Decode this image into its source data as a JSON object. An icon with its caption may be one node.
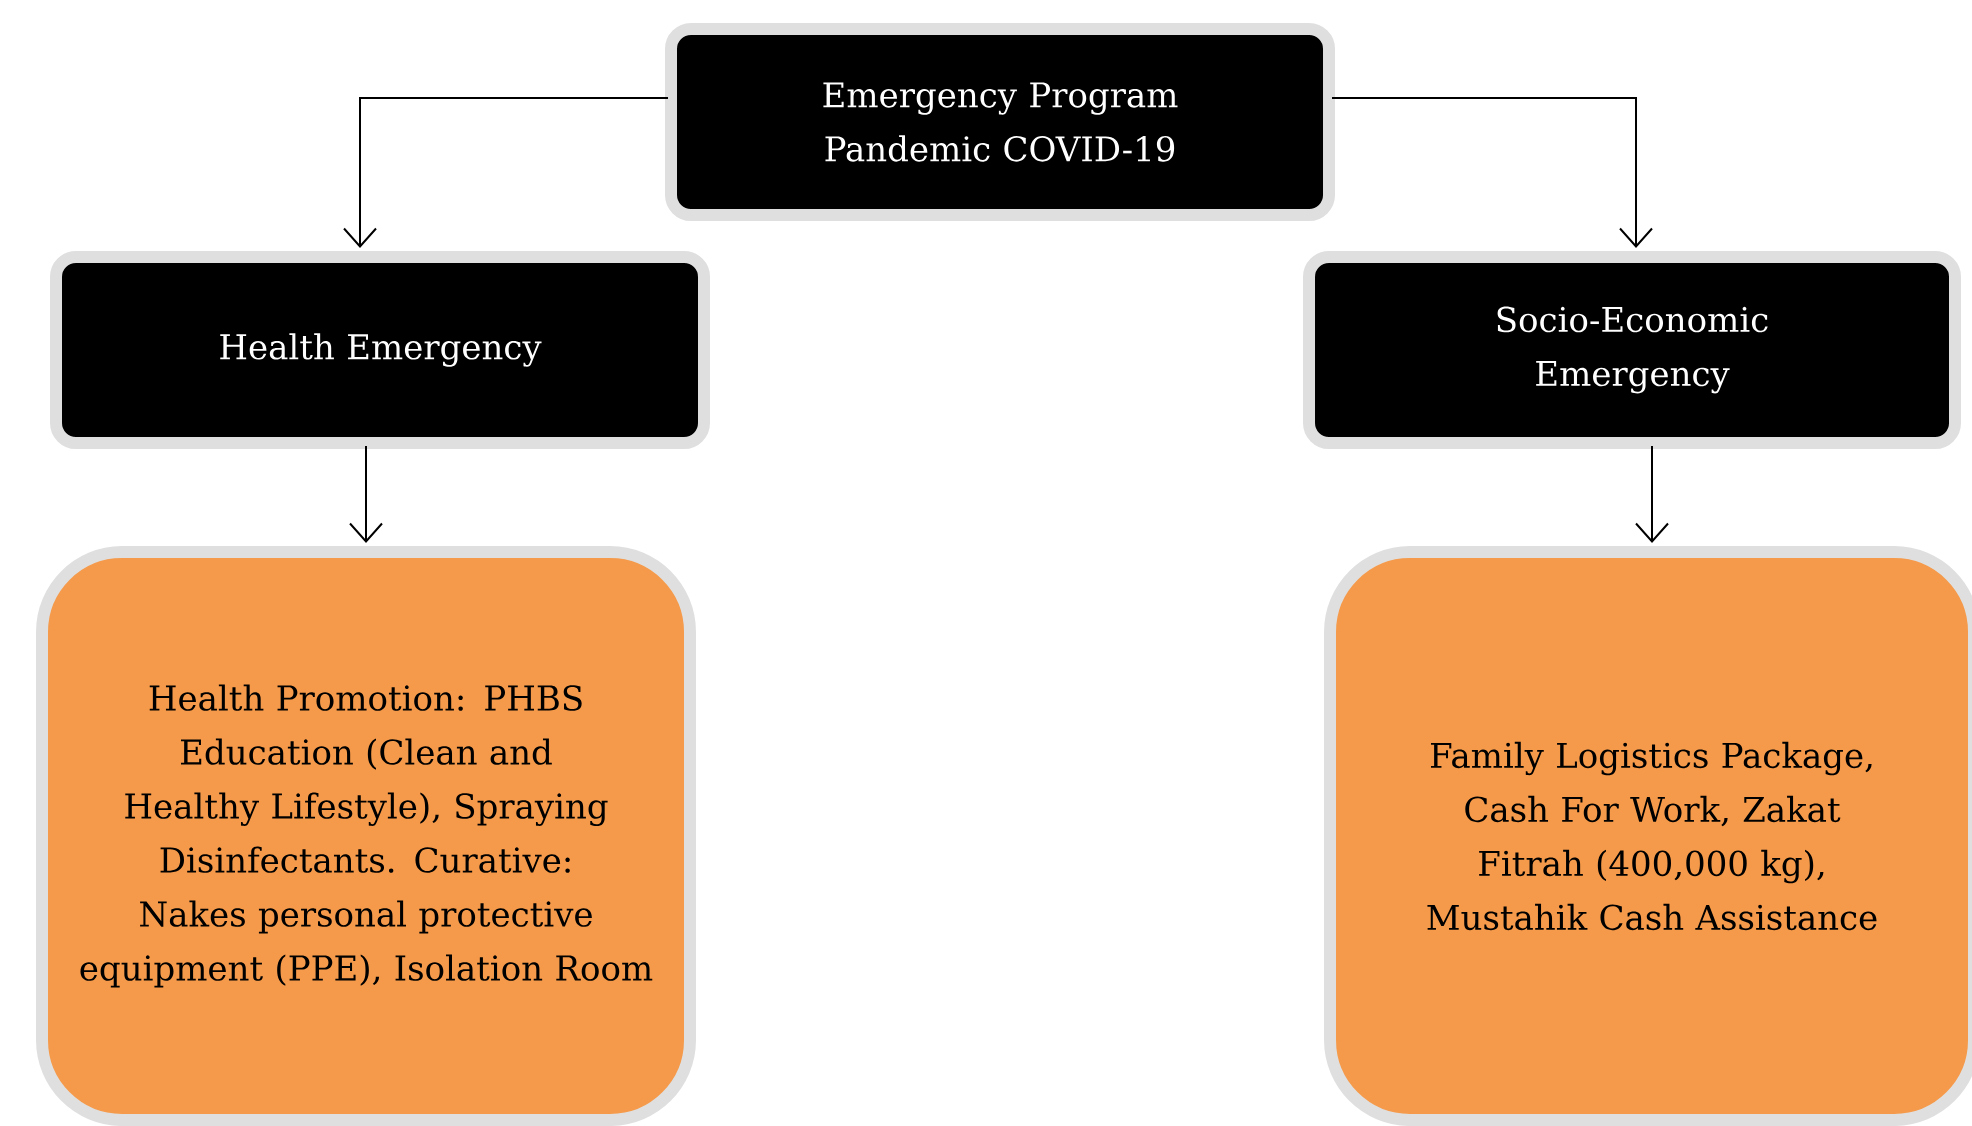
{
  "diagram": {
    "nodes": [
      {
        "text": [
          "Emergency Program Pandemic COVID-19"
        ]
      },
      {
        "text": [
          "Health Emergency"
        ]
      },
      {
        "text": [
          "Socio-Economic Emergency"
        ]
      },
      {
        "text": [
          "Health Promotion: PHBS Education (Clean and Healthy Lifestyle), Spraying Disinfectants. Curative: Nakes personal protective equipment (PPE), Isolation Room"
        ]
      },
      {
        "text": [
          "Family Logistics Package, Cash For Work, Zakat Fitrah (400,000 kg), Mustahik Cash Assistance"
        ]
      }
    ],
    "edges": [
      {
        "from": 0,
        "to": 1,
        "arrow": "to"
      },
      {
        "from": 0,
        "to": 2,
        "arrow": "to"
      },
      {
        "from": 1,
        "to": 3,
        "arrow": "to"
      },
      {
        "from": 2,
        "to": 4,
        "arrow": "to"
      }
    ]
  }
}
